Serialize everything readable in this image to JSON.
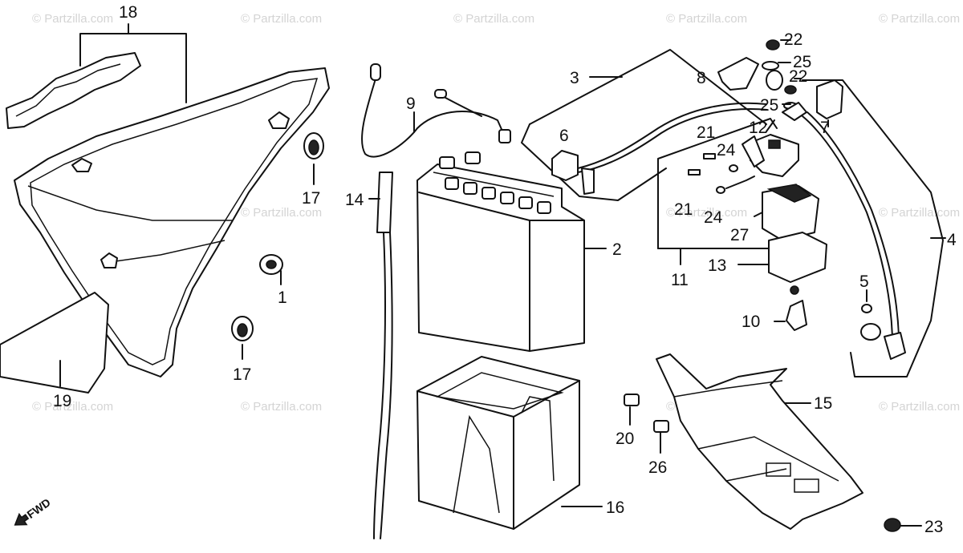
{
  "watermark": {
    "text": "© Partzilla.com",
    "color": "#d4d4d4"
  },
  "callouts": {
    "c1": "1",
    "c2": "2",
    "c3": "3",
    "c4": "4",
    "c5": "5",
    "c6": "6",
    "c7": "7",
    "c8": "8",
    "c9": "9",
    "c10": "10",
    "c11": "11",
    "c12": "12",
    "c13": "13",
    "c14": "14",
    "c15": "15",
    "c16": "16",
    "c17a": "17",
    "c17b": "17",
    "c18": "18",
    "c19": "19",
    "c20": "20",
    "c21a": "21",
    "c21b": "21",
    "c22a": "22",
    "c22b": "22",
    "c23": "23",
    "c24a": "24",
    "c24b": "24",
    "c25a": "25",
    "c25b": "25",
    "c26": "26",
    "c27": "27"
  },
  "fwd_label": "FWD",
  "line_color": "#111111"
}
